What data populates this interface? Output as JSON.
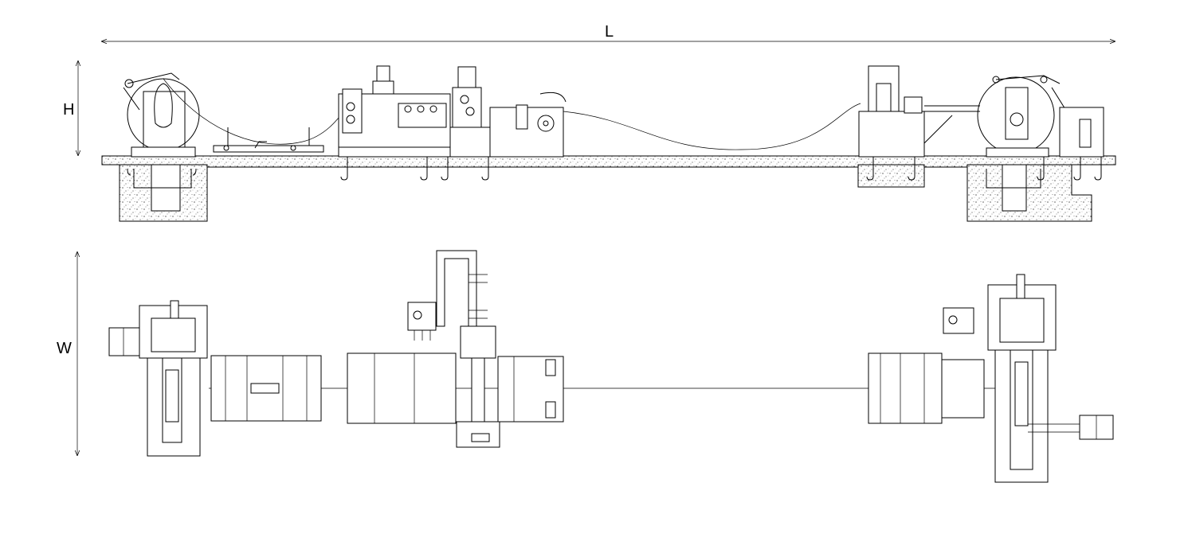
{
  "labels": {
    "length": "L",
    "height": "H",
    "width": "W"
  },
  "colors": {
    "line": "#000000",
    "background": "#ffffff"
  }
}
